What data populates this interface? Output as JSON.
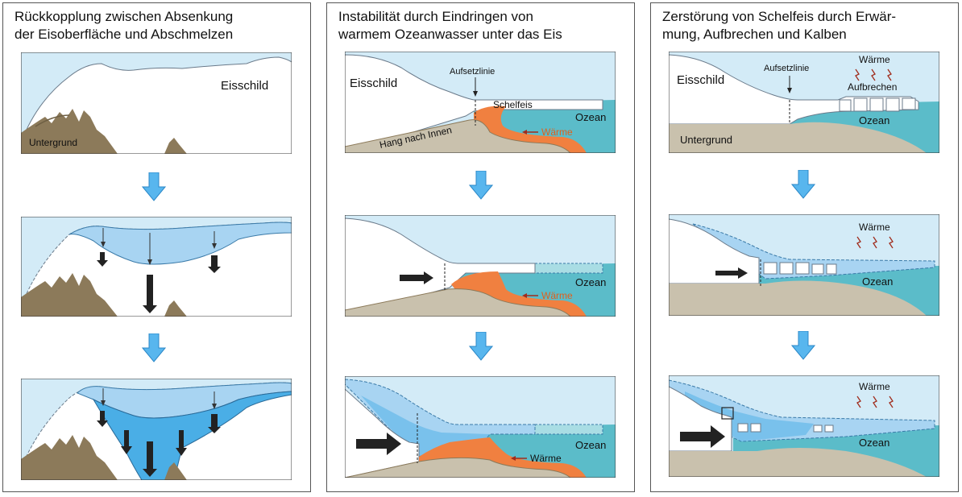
{
  "panels": [
    {
      "title": "Rückkopplung zwischen Absenkung\nder Eisoberfläche und Abschmelzen",
      "labels": {
        "ice_sheet": "Eisschild",
        "bedrock": "Untergrund"
      }
    },
    {
      "title": "Instabilität durch Eindringen von\nwarmem Ozeanwasser unter das Eis",
      "labels": {
        "ice_sheet": "Eisschild",
        "grounding_line": "Aufsetzlinie",
        "ice_shelf": "Schelfeis",
        "ocean": "Ozean",
        "heat": "Wärme",
        "retrograde_slope": "Hang nach Innen"
      }
    },
    {
      "title": "Zerstörung von Schelfeis durch Erwär-\nmung, Aufbrechen und Kalben",
      "labels": {
        "ice_sheet": "Eisschild",
        "grounding_line": "Aufsetzlinie",
        "heat": "Wärme",
        "break_up": "Aufbrechen",
        "ocean": "Ozean",
        "bedrock": "Untergrund"
      }
    }
  ],
  "colors": {
    "sky": "#d3ebf7",
    "ice": "#ffffff",
    "ice_loss_light": "#a8d4f2",
    "ice_loss_dark": "#4aaee6",
    "ocean": "#5bbcc9",
    "ocean_light": "#a9dde4",
    "bedrock": "#8c7a5a",
    "ground": "#c9c1ad",
    "warm_water": "#f08040",
    "heat_arrow": "#a02c1c",
    "flow_arrow": "#58b6ee"
  }
}
